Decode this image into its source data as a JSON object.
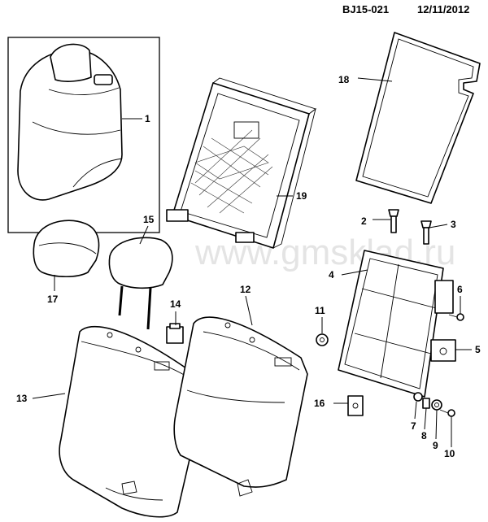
{
  "header": {
    "code": "BJ15-021",
    "date": "12/11/2012"
  },
  "watermark": "www.gmsklad.ru",
  "callouts": [
    "1",
    "2",
    "3",
    "4",
    "5",
    "6",
    "7",
    "8",
    "9",
    "10",
    "11",
    "12",
    "13",
    "14",
    "15",
    "16",
    "17",
    "18",
    "19"
  ]
}
